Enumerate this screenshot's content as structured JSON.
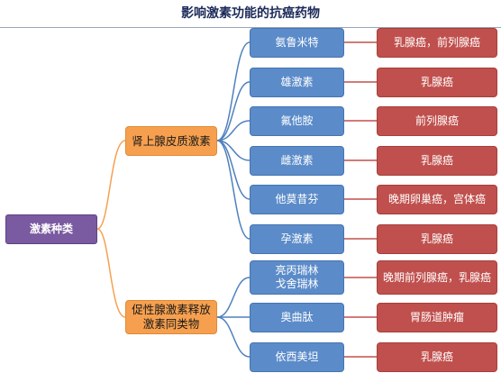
{
  "title": "影响激素功能的抗癌药物",
  "root": {
    "label": "激素种类"
  },
  "categories": [
    {
      "label": "肾上腺皮质激素"
    },
    {
      "label": "促性腺激素释放激素同类物"
    }
  ],
  "drugs": [
    {
      "name": "氨鲁米特",
      "use": "乳腺癌，前列腺癌"
    },
    {
      "name": "雄激素",
      "use": "乳腺癌"
    },
    {
      "name": "氟他胺",
      "use": "前列腺癌"
    },
    {
      "name": "雌激素",
      "use": "乳腺癌"
    },
    {
      "name": "他莫昔芬",
      "use": "晚期卵巢癌，宫体癌"
    },
    {
      "name": "孕激素",
      "use": "乳腺癌"
    },
    {
      "name": "亮丙瑞林\n戈舍瑞林",
      "use": "晚期前列腺癌，乳腺癌"
    },
    {
      "name": "奥曲肽",
      "use": "胃肠道肿瘤"
    },
    {
      "name": "依西美坦",
      "use": "乳腺癌"
    }
  ],
  "colors": {
    "root": "#7a5aa0",
    "category": "#f6a04f",
    "drug": "#5b8bc9",
    "use": "#c0504d",
    "category_connector": "#f6a04f",
    "drug_connector": "#4f81bd",
    "use_connector": "#c0504d"
  }
}
